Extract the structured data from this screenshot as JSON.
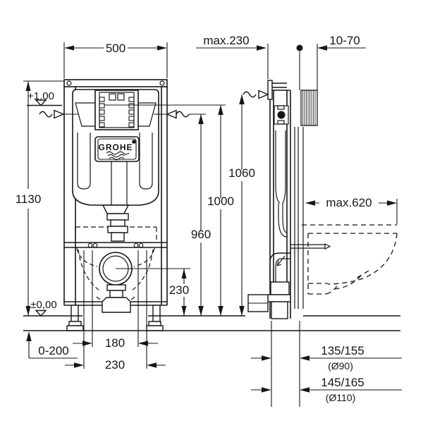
{
  "drawing": {
    "title_implicit": "concealed cistern installation frame diagram",
    "brand": "GROHE",
    "colors": {
      "line": "#161616",
      "background": "#ffffff"
    },
    "icons": {
      "level_marker": "open-triangle-down",
      "wall_surface_marker": "filled-circle",
      "break_arrow": "wavy-line-open-arrow",
      "registered_mark": "filled-dot"
    },
    "dims": {
      "frame_width": "500",
      "frame_height": "1130",
      "level_upper": "+1,00",
      "level_floor": "±0,00",
      "foot_adjust": "0-200",
      "bolt_spacing": "180",
      "outlet_offset": "230",
      "outlet_height": "230",
      "h960": "960",
      "h1000": "1000",
      "h1060": "1060",
      "max_wall_distance": "max.230",
      "wall_thickness_range": "10-70",
      "max_bowl_depth": "max.620",
      "outlet90": "135/155",
      "outlet90_dia": "(Ø90)",
      "outlet110": "145/165",
      "outlet110_dia": "(Ø110)"
    }
  }
}
